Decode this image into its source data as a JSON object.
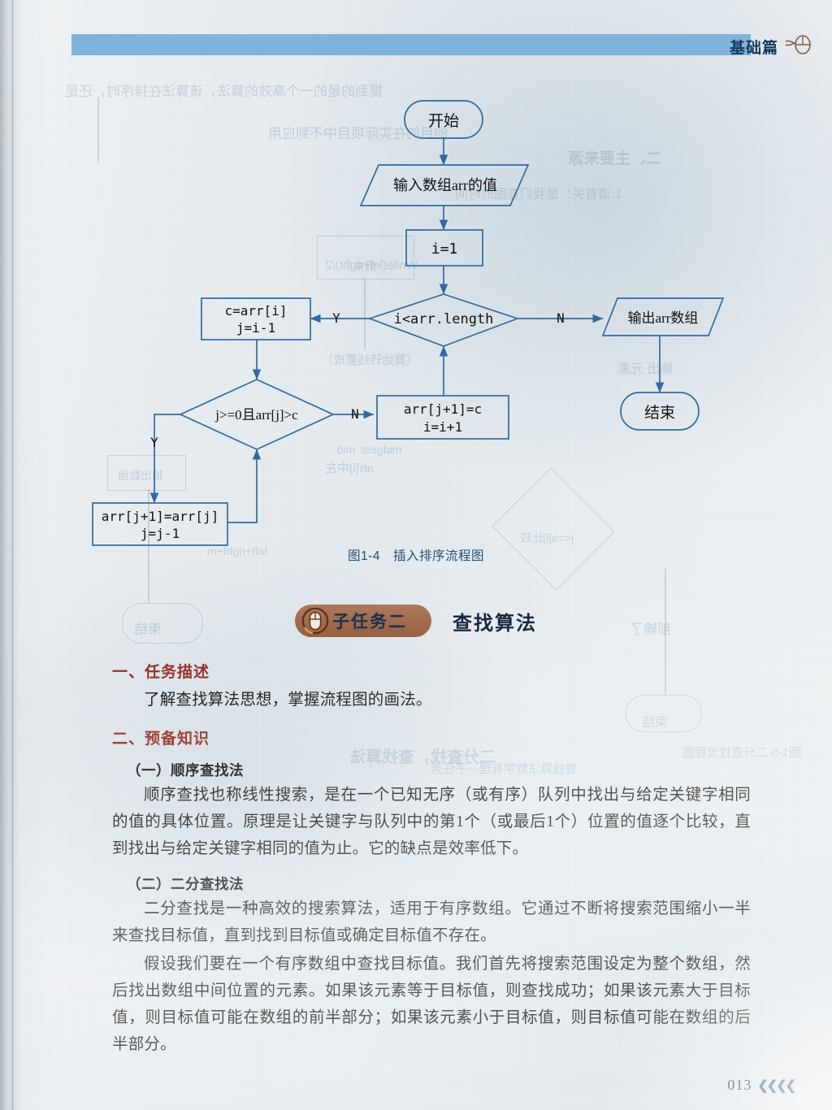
{
  "header": {
    "title": "基础篇",
    "bar_color": "#7fb4dd",
    "title_color": "#17365d",
    "mouse_icon": "mouse-icon"
  },
  "figure": {
    "caption": "图1-4　插入排序流程图",
    "caption_color": "#1f4e79",
    "line_color": "#2f6ba3",
    "nodes": {
      "start": "开始",
      "input": "输入数组arr的值",
      "init": "i=1",
      "cond_loop": "i<arr.length",
      "assign_c": "c=arr[i]",
      "assign_j": "j=i-1",
      "cond_inner": "j>=0且arr[j]>c",
      "shift_1": "arr[j+1]=arr[j]",
      "shift_2": "j=j-1",
      "place_1": "arr[j+1]=c",
      "place_2": "i=i+1",
      "output": "输出arr数组",
      "end": "结束"
    },
    "labels": {
      "yes_outer": "Y",
      "no_outer": "N",
      "yes_inner": "Y",
      "no_inner": "N"
    }
  },
  "subtask": {
    "badge_label": "子任务二",
    "title": "查找算法",
    "badge_color": "#a06a4c",
    "badge_text_color": "#1a2f52",
    "title_color": "#14233f",
    "mouse_icon": "mouse-icon"
  },
  "sections": [
    {
      "heading": "一、任务描述",
      "heading_color": "#963023",
      "paragraphs": [
        "了解查找算法思想，掌握流程图的画法。"
      ]
    },
    {
      "heading": "二、预备知识",
      "heading_color": "#963023",
      "subsections": [
        {
          "heading": "（一）顺序查找法",
          "paragraphs": [
            "顺序查找也称线性搜索，是在一个已知无序（或有序）队列中找出与给定关键字相同的值的具体位置。原理是让关键字与队列中的第1个（或最后1个）位置的值逐个比较，直到找出与给定关键字相同的值为止。它的缺点是效率低下。"
          ]
        },
        {
          "heading": "（二）二分查找法",
          "paragraphs": [
            "二分查找是一种高效的搜索算法，适用于有序数组。它通过不断将搜索范围缩小一半来查找目标值，直到找到目标值或确定目标值不存在。",
            "假设我们要在一个有序数组中查找目标值。我们首先将搜索范围设定为整个数组，然后找出数组中间位置的元素。如果该元素等于目标值，则查找成功；如果该元素大于目标值，则目标值可能在数组的前半部分；如果该元素小于目标值，则目标值可能在数组的后半部分。"
          ]
        }
      ]
    }
  ],
  "footer": {
    "page_number": "013",
    "chevrons": "❮❮❮❮",
    "chevron_color": "#1f4e79"
  }
}
